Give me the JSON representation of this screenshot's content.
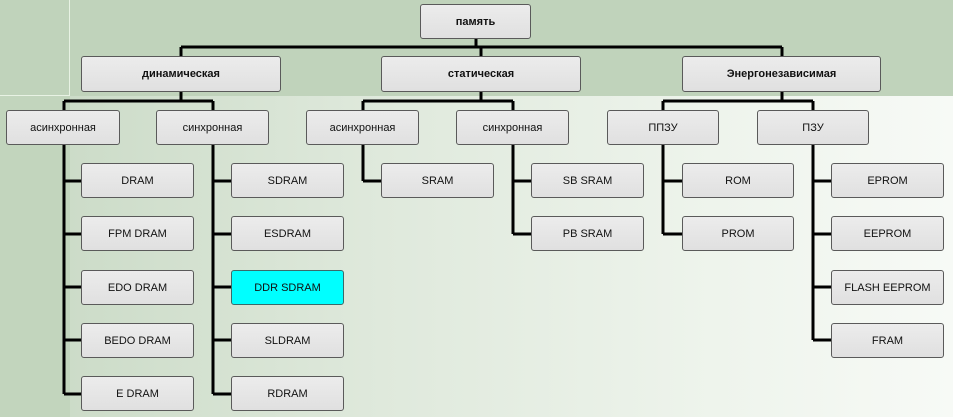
{
  "root": "память",
  "level1": {
    "dynamic": "динамическая",
    "static": "статическая",
    "nonvolatile": "Энергонезависимая"
  },
  "level2": {
    "dyn_async": "асинхронная",
    "dyn_sync": "синхронная",
    "stat_async": "асинхронная",
    "stat_sync": "синхронная",
    "ppzu": "ППЗУ",
    "pzu": "ПЗУ"
  },
  "leaves": {
    "dyn_async": [
      "DRAM",
      "FPM DRAM",
      "EDO DRAM",
      "BEDO DRAM",
      "E DRAM"
    ],
    "dyn_sync": [
      "SDRAM",
      "ESDRAM",
      "DDR SDRAM",
      "SLDRAM",
      "RDRAM"
    ],
    "stat_async": [
      "SRAM"
    ],
    "stat_sync": [
      "SB SRAM",
      "PB SRAM"
    ],
    "ppzu": [
      "ROM",
      "PROM"
    ],
    "pzu": [
      "EPROM",
      "EEPROM",
      "FLASH EEPROM",
      "FRAM"
    ]
  },
  "highlight_color": "#00ffff",
  "highlighted_leaf": "DDR SDRAM"
}
